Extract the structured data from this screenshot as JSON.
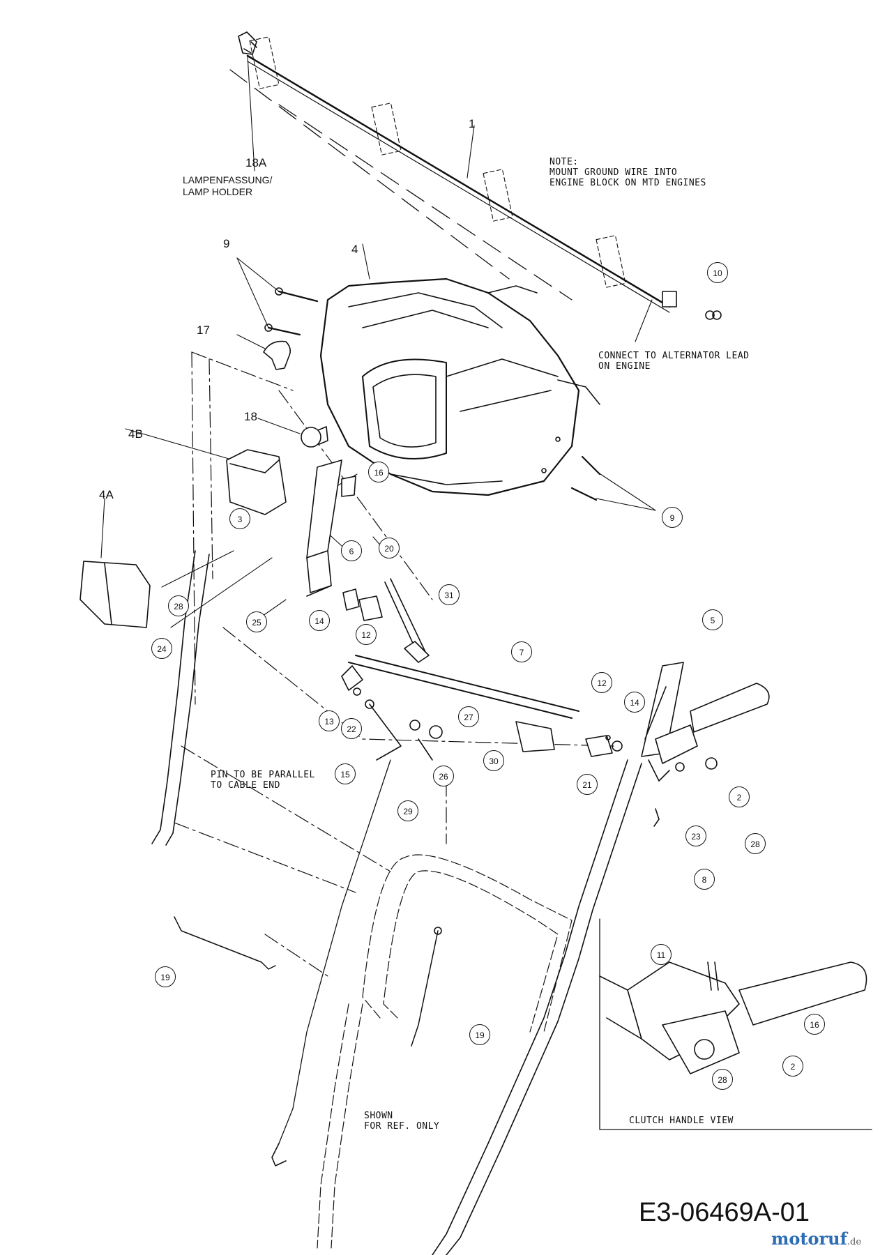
{
  "notes": {
    "lamp_holder_line1": "LAMPENFASSUNG/",
    "lamp_holder_line2": "LAMP HOLDER",
    "ground_wire": "NOTE:\nMOUNT GROUND WIRE INTO\nENGINE BLOCK ON MTD ENGINES",
    "alternator": "CONNECT TO ALTERNATOR LEAD\nON ENGINE",
    "pin": "PIN TO BE PARALLEL\nTO CABLE END",
    "shown": "SHOWN\nFOR REF. ONLY",
    "clutch_view": "CLUTCH HANDLE VIEW"
  },
  "plain_labels": {
    "p1": "1",
    "p18A": "18A",
    "p9_top": "9",
    "p4": "4",
    "p17": "17",
    "p18": "18",
    "p4B": "4B",
    "p4A": "4A"
  },
  "callouts": {
    "c10": "10",
    "c16a": "16",
    "c9": "9",
    "c3": "3",
    "c6": "6",
    "c20": "20",
    "c28a": "28",
    "c24": "24",
    "c25": "25",
    "c14a": "14",
    "c12a": "12",
    "c31": "31",
    "c7": "7",
    "c5": "5",
    "c13": "13",
    "c22": "22",
    "c27": "27",
    "c12b": "12",
    "c14b": "14",
    "c30": "30",
    "c26": "26",
    "c21": "21",
    "c15": "15",
    "c2a": "2",
    "c29": "29",
    "c23": "23",
    "c28b": "28",
    "c8": "8",
    "c11": "11",
    "c19a": "19",
    "c16b": "16",
    "c19b": "19",
    "c2b": "2",
    "c28c": "28"
  },
  "drawing_number": "E3-06469A-01",
  "watermark": {
    "name": "motoruf",
    "suffix": ".de"
  }
}
